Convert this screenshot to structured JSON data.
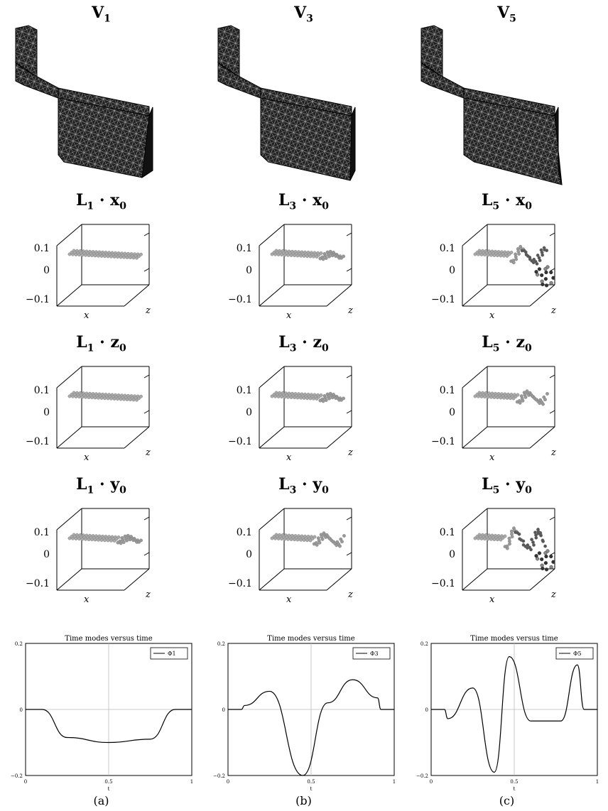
{
  "columns": [
    {
      "mesh_title": "V",
      "mesh_sub": "1",
      "panels": [
        {
          "title_main": "L",
          "title_sub": "1",
          "title_vec": "x",
          "title_vec_sub": "0",
          "displacement": 0
        },
        {
          "title_main": "L",
          "title_sub": "1",
          "title_vec": "z",
          "title_vec_sub": "0",
          "displacement": 0
        },
        {
          "title_main": "L",
          "title_sub": "1",
          "title_vec": "y",
          "title_vec_sub": "0",
          "displacement": 1
        }
      ],
      "time_mode": {
        "title": "Time modes versus time",
        "legend": "Φ1",
        "mode": 1
      },
      "caption": "(a)"
    },
    {
      "mesh_title": "V",
      "mesh_sub": "3",
      "panels": [
        {
          "title_main": "L",
          "title_sub": "3",
          "title_vec": "x",
          "title_vec_sub": "0",
          "displacement": 1
        },
        {
          "title_main": "L",
          "title_sub": "3",
          "title_vec": "z",
          "title_vec_sub": "0",
          "displacement": 1
        },
        {
          "title_main": "L",
          "title_sub": "3",
          "title_vec": "y",
          "title_vec_sub": "0",
          "displacement": 2
        }
      ],
      "time_mode": {
        "title": "Time modes versus time",
        "legend": "Φ3",
        "mode": 3
      },
      "caption": "(b)"
    },
    {
      "mesh_title": "V",
      "mesh_sub": "5",
      "panels": [
        {
          "title_main": "L",
          "title_sub": "5",
          "title_vec": "x",
          "title_vec_sub": "0",
          "displacement": 3
        },
        {
          "title_main": "L",
          "title_sub": "5",
          "title_vec": "z",
          "title_vec_sub": "0",
          "displacement": 2
        },
        {
          "title_main": "L",
          "title_sub": "5",
          "title_vec": "y",
          "title_vec_sub": "0",
          "displacement": 4
        }
      ],
      "time_mode": {
        "title": "Time modes versus time",
        "legend": "Φ5",
        "mode": 5
      },
      "caption": "(c)"
    }
  ],
  "axis3d": {
    "ticks": [
      "0.1",
      "0",
      "−0.1"
    ],
    "xlabel": "x",
    "zlabel": "z"
  },
  "time_axis": {
    "xticks": [
      "0",
      "0.5",
      "1"
    ],
    "yticks": [
      "0.2",
      "0",
      "−0.2"
    ],
    "xlabel": "t",
    "xlim": [
      0,
      1
    ],
    "ylim": [
      -0.2,
      0.2
    ]
  },
  "chart_data": [
    {
      "type": "line",
      "title": "Time modes versus time",
      "xlabel": "t",
      "ylabel": "",
      "ylim": [
        -0.2,
        0.2
      ],
      "series": [
        {
          "name": "Φ1",
          "x": [
            0,
            0.1,
            0.25,
            0.5,
            0.75,
            0.9,
            1
          ],
          "y": [
            0,
            0,
            -0.085,
            -0.1,
            -0.09,
            0,
            0
          ]
        }
      ]
    },
    {
      "type": "line",
      "title": "Time modes versus time",
      "xlabel": "t",
      "ylabel": "",
      "ylim": [
        -0.2,
        0.2
      ],
      "series": [
        {
          "name": "Φ3",
          "x": [
            0,
            0.08,
            0.1,
            0.25,
            0.45,
            0.6,
            0.75,
            0.9,
            0.92,
            1
          ],
          "y": [
            0,
            0,
            0.012,
            0.055,
            -0.2,
            0.02,
            0.09,
            0.035,
            0,
            0
          ]
        }
      ]
    },
    {
      "type": "line",
      "title": "Time modes versus time",
      "xlabel": "t",
      "ylabel": "",
      "ylim": [
        -0.2,
        0.2
      ],
      "series": [
        {
          "name": "Φ5",
          "x": [
            0,
            0.08,
            0.1,
            0.25,
            0.38,
            0.47,
            0.6,
            0.78,
            0.88,
            0.92,
            1
          ],
          "y": [
            0,
            0,
            -0.028,
            0.065,
            -0.19,
            0.16,
            -0.035,
            -0.035,
            0.135,
            0,
            0
          ]
        }
      ]
    }
  ]
}
